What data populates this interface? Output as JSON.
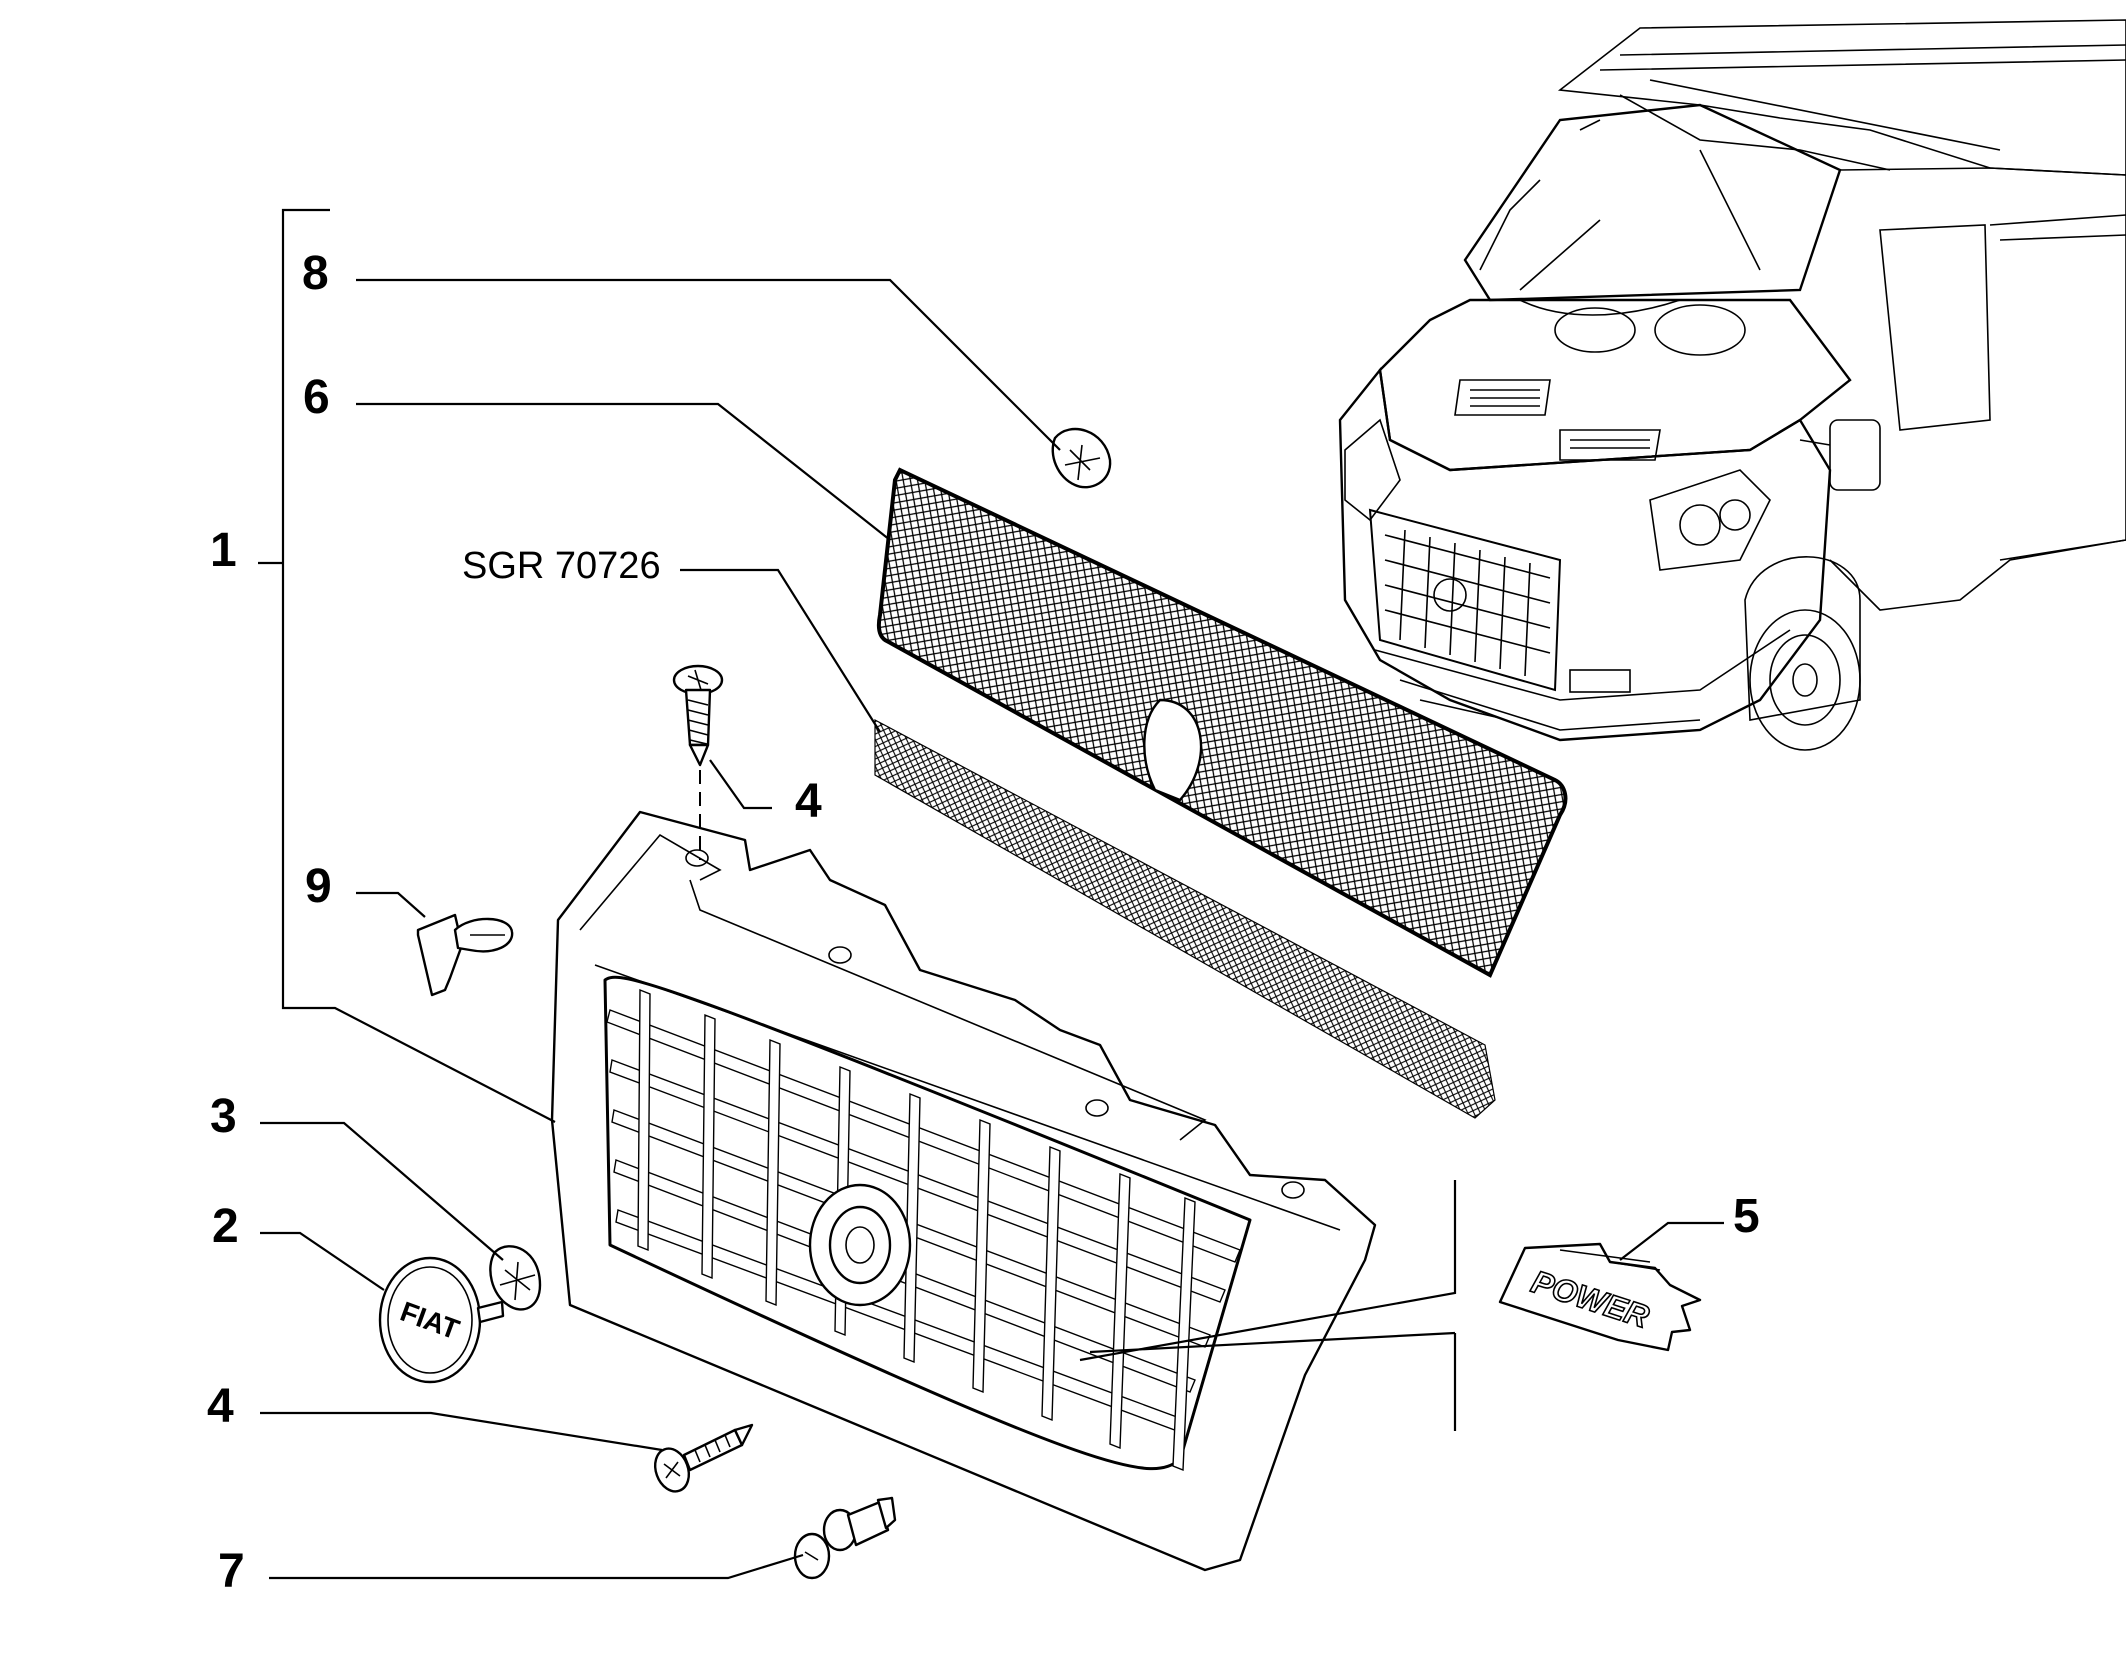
{
  "diagram": {
    "reference_code": "SGR 70726",
    "callouts": {
      "assembly": "1",
      "badge": "2",
      "badge_clip": "3",
      "screw_top": "4",
      "screw_bottom": "4",
      "power_badge": "5",
      "mesh_upper": "6",
      "push_rivet": "7",
      "clip_nut": "8",
      "retainer": "9"
    },
    "badge_lettering": "FIAT",
    "power_lettering": "POWER"
  }
}
